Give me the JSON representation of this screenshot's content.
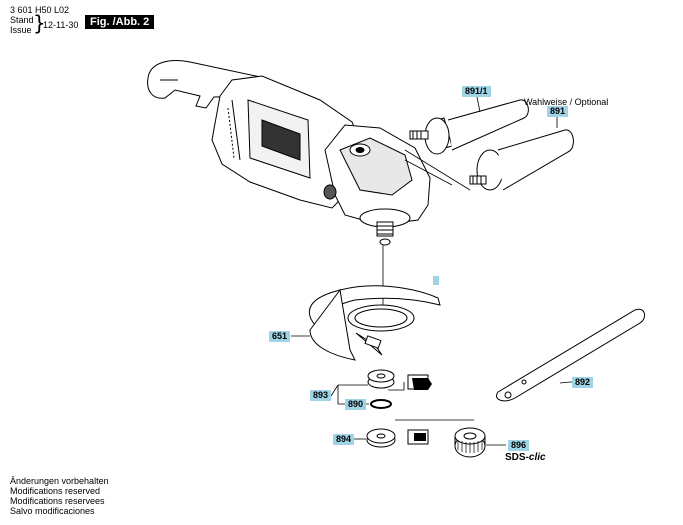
{
  "header": {
    "doc_number": "3 601 H50 L02",
    "stand_label": "Stand",
    "issue_label": "Issue",
    "date": "12-11-30",
    "figure_tag": "Fig. /Abb. 2"
  },
  "labels": {
    "p651": "651",
    "p890": "890",
    "p891": "891",
    "p891_1": "891/1",
    "p892": "892",
    "p893": "893",
    "p894": "894",
    "p896": "896"
  },
  "optional_text": "Wahlweise / Optional",
  "sds": {
    "prefix": "SDS-",
    "suffix": "clic"
  },
  "footer": [
    "Änderungen vorbehalten",
    "Modifications reserved",
    "Modifications reservees",
    "Salvo modificaciones"
  ]
}
